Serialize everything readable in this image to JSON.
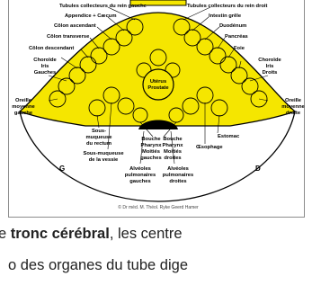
{
  "diagram": {
    "labels": {
      "tubules_left": "Tubules collecteurs du rein gauche",
      "tubules_right": "Tubules collecteurs du rein droit",
      "appendix": "Appendice + Cæcum",
      "intestine": "Intestin grêle",
      "colon_ascending": "Côlon ascendant",
      "duodenum": "Duodénum",
      "colon_transverse": "Côlon transverse",
      "pancreas": "Pancréas",
      "colon_descending": "Côlon descendant",
      "liver": "Foie",
      "choroid_left_1": "Choroïde",
      "choroid_left_2": "Iris",
      "choroid_left_3": "Gauches",
      "choroid_right_1": "Choroïde",
      "choroid_right_2": "Iris",
      "choroid_right_3": "Droits",
      "uterus": "Utérus",
      "prostate": "Prostate",
      "ear_left_1": "Oreille",
      "ear_left_2": "moyenne",
      "ear_left_3": "gauche",
      "ear_right_1": "Oreille",
      "ear_right_2": "moyenne",
      "ear_right_3": "droite",
      "rectum_1": "Sous-",
      "rectum_2": "muqueuse",
      "rectum_3": "du rectum",
      "bladder_1": "Sous-muqueuse",
      "bladder_2": "de la vessie",
      "mouth_left_1": "Bouche",
      "mouth_left_2": "Pharynx",
      "mouth_left_3": "Moitiés",
      "mouth_left_4": "gauches",
      "mouth_right_1": "Bouche",
      "mouth_right_2": "Pharynx",
      "mouth_right_3": "Moitiés",
      "mouth_right_4": "droites",
      "stomach": "Estomac",
      "esophagus": "Œsophage",
      "alveoli_left_1": "Alvéoles",
      "alveoli_left_2": "pulmonaires",
      "alveoli_left_3": "gauches",
      "alveoli_right_1": "Alvéoles",
      "alveoli_right_2": "pulmonaires",
      "alveoli_right_3": "droites",
      "side_left": "G",
      "side_right": "D",
      "copyright": "© Dr méd. M. Théol. Ryke Geerd Hamer"
    },
    "colors": {
      "fill": "#f5e600",
      "stroke": "#000000",
      "frame": "#8c8c8c"
    }
  },
  "caption": {
    "line1_prefix": "e ",
    "line1_bold": "tronc cérébral",
    "line1_suffix": ", les centre",
    "line2": "o des organes du tube dige"
  }
}
